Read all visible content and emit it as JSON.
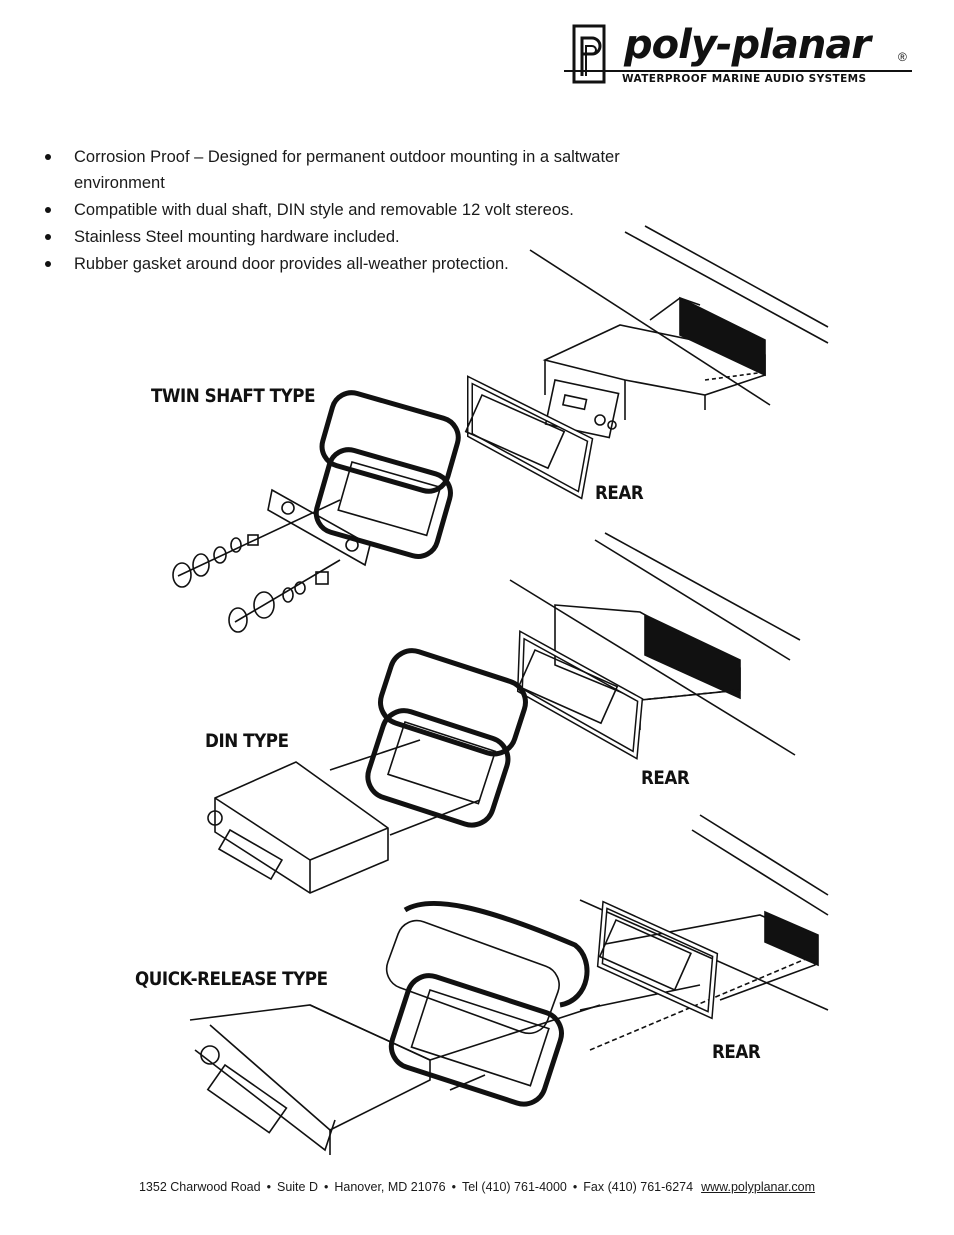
{
  "brand": {
    "name": "poly-planar",
    "registered": "®",
    "tagline": "WATERPROOF MARINE AUDIO SYSTEMS"
  },
  "features": [
    "Corrosion Proof – Designed for permanent outdoor mounting in a saltwater environment",
    "Compatible with dual shaft, DIN style and removable 12 volt stereos.",
    "Stainless Steel mounting hardware included.",
    "Rubber gasket around door provides all-weather protection."
  ],
  "diagram": {
    "twin_shaft_label": "TWIN SHAFT TYPE",
    "din_label": "DIN TYPE",
    "quick_release_label": "QUICK-RELEASE TYPE",
    "rear_label": "REAR"
  },
  "footer": {
    "address": "1352 Charwood Road",
    "suite": "Suite D",
    "city": "Hanover, MD 21076",
    "tel": "Tel (410) 761-4000",
    "fax": "Fax (410) 761-6274",
    "website": "www.polyplanar.com"
  }
}
